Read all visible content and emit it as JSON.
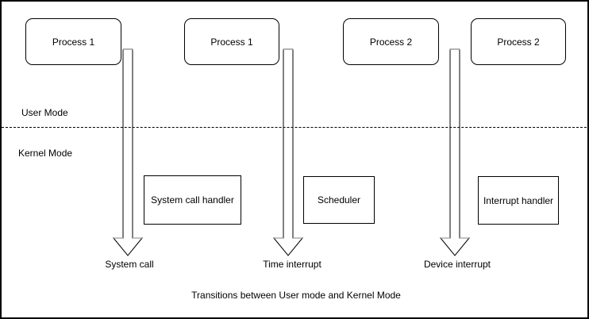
{
  "diagram": {
    "caption": "Transitions between User mode and Kernel Mode",
    "modes": {
      "user": "User Mode",
      "kernel": "Kernel Mode"
    },
    "process_boxes": [
      {
        "label": "Process 1"
      },
      {
        "label": "Process 1"
      },
      {
        "label": "Process 2"
      },
      {
        "label": "Process 2"
      }
    ],
    "kernel_boxes": [
      {
        "label": "System call handler"
      },
      {
        "label": "Scheduler"
      },
      {
        "label": "Interrupt handler"
      }
    ],
    "transitions": [
      {
        "label": "System call"
      },
      {
        "label": "Time interrupt"
      },
      {
        "label": "Device interrupt"
      }
    ],
    "colors": {
      "stroke": "#000000",
      "fill": "#ffffff",
      "arrow_cap": "#999999"
    }
  }
}
